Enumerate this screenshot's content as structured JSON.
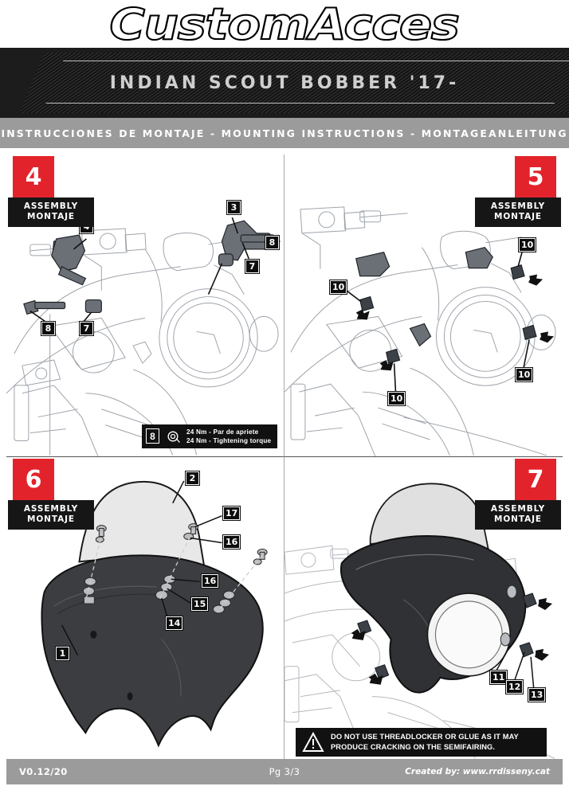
{
  "brand": {
    "logo": "CustomAcces"
  },
  "header": {
    "model_title": "INDIAN SCOUT BOBBER '17-",
    "instructions_bar": "INSTRUCCIONES DE MONTAJE - MOUNTING INSTRUCTIONS - MONTAGEANLEITUNG"
  },
  "badge_label": {
    "line1": "ASSEMBLY",
    "line2": "MONTAJE"
  },
  "panels": [
    {
      "step": "4",
      "side": "left",
      "callouts": [
        "3",
        "4",
        "7",
        "7",
        "8",
        "8"
      ],
      "torque": {
        "ref": "8",
        "line1": "24 Nm - Par de apriete",
        "line2": "24 Nm - Tightening torque"
      }
    },
    {
      "step": "5",
      "side": "right",
      "callouts": [
        "10",
        "10",
        "10",
        "10"
      ]
    },
    {
      "step": "6",
      "side": "left",
      "callouts": [
        "1",
        "2",
        "14",
        "15",
        "16",
        "16",
        "17"
      ]
    },
    {
      "step": "7",
      "side": "right",
      "callouts": [
        "11",
        "12",
        "13"
      ],
      "warning": {
        "line1": "DO NOT USE THREADLOCKER OR GLUE AS IT MAY",
        "line2": "PRODUCE CRACKING ON THE SEMIFAIRING."
      }
    }
  ],
  "footer": {
    "version": "V0.12/20",
    "page": "Pg 3/3",
    "credit": "Created by:  www.rrdisseny.cat"
  },
  "colors": {
    "accent_red": "#e3232b",
    "band_dark": "#1c1c1c",
    "bar_grey": "#9b9b9b",
    "tag_black": "#0d0d0d"
  }
}
